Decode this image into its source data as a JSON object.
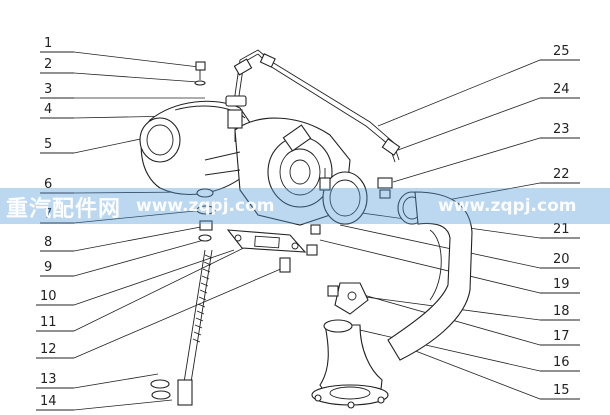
{
  "figure": {
    "callouts": [
      {
        "num": "1"
      },
      {
        "num": "2"
      },
      {
        "num": "3"
      },
      {
        "num": "4"
      },
      {
        "num": "5"
      },
      {
        "num": "6"
      },
      {
        "num": "7"
      },
      {
        "num": "8"
      },
      {
        "num": "9"
      },
      {
        "num": "10"
      },
      {
        "num": "11"
      },
      {
        "num": "12"
      },
      {
        "num": "13"
      },
      {
        "num": "14"
      },
      {
        "num": "15"
      },
      {
        "num": "16"
      },
      {
        "num": "17"
      },
      {
        "num": "18"
      },
      {
        "num": "19"
      },
      {
        "num": "20"
      },
      {
        "num": "21"
      },
      {
        "num": "22"
      },
      {
        "num": "23"
      },
      {
        "num": "24"
      },
      {
        "num": "25"
      }
    ]
  },
  "watermark": {
    "brand": "重汽配件网",
    "url_left": "www.zqpj.com",
    "url_right": "www.zqpj.com"
  }
}
